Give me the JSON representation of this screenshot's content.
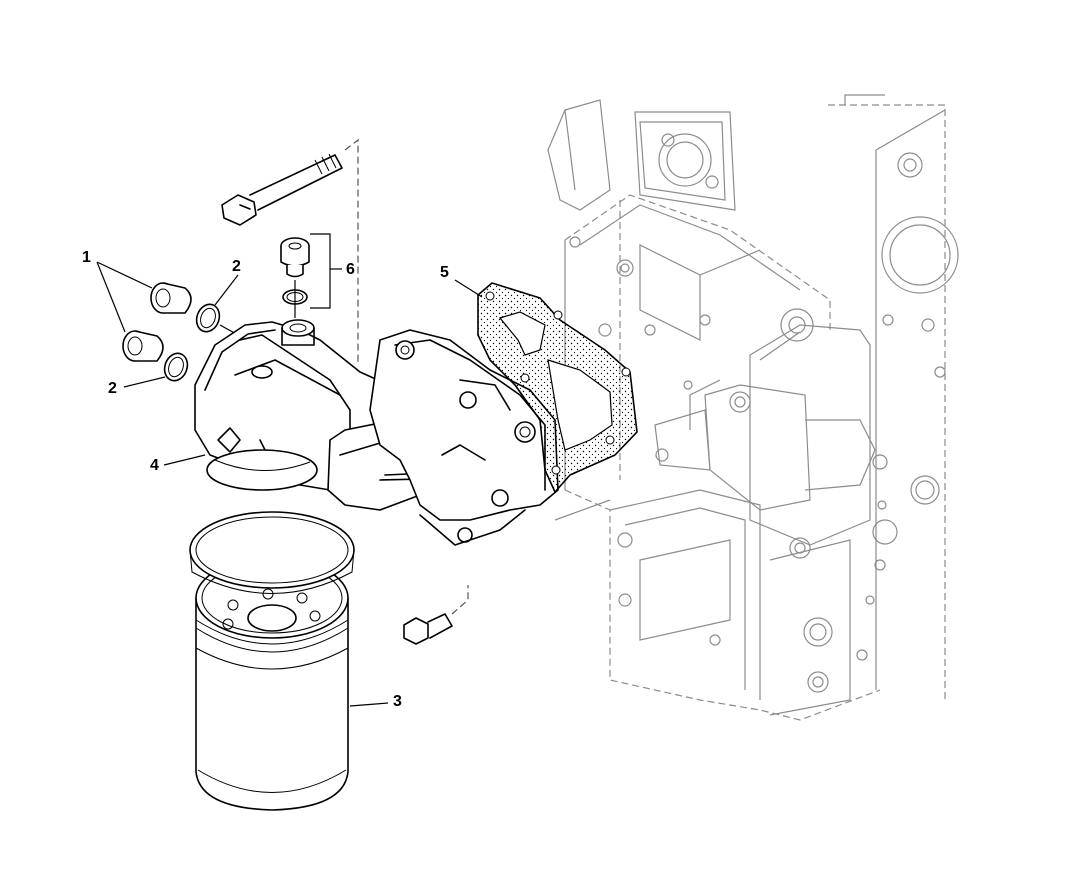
{
  "diagram": {
    "type": "exploded-parts-view",
    "callouts": [
      {
        "id": "1",
        "label": "1"
      },
      {
        "id": "2a",
        "label": "2"
      },
      {
        "id": "2b",
        "label": "2"
      },
      {
        "id": "3",
        "label": "3"
      },
      {
        "id": "4",
        "label": "4"
      },
      {
        "id": "5",
        "label": "5"
      },
      {
        "id": "6",
        "label": "6"
      }
    ]
  }
}
